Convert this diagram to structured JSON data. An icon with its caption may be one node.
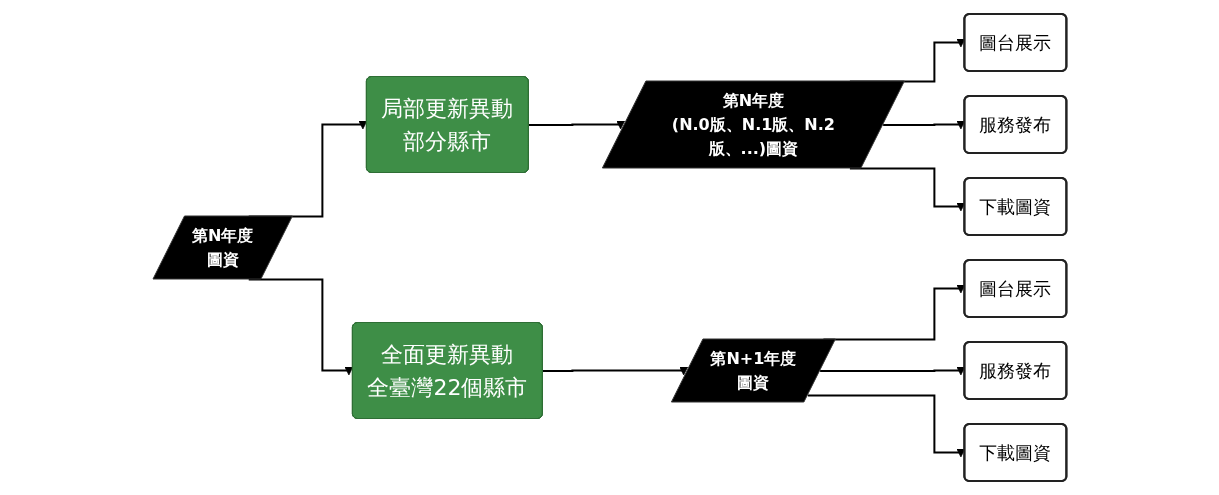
{
  "diagram": {
    "nodes": [
      {
        "text": [
          "第N年度",
          "圖資"
        ]
      },
      {
        "text": [
          "局部更新異動",
          "部分縣市"
        ]
      },
      {
        "text": [
          "第N年度",
          "(N.0版、N.1版、N.2版、...)圖資"
        ]
      },
      {
        "text": [
          "圖台展示"
        ]
      },
      {
        "text": [
          "服務發布"
        ]
      },
      {
        "text": [
          "下載圖資"
        ]
      },
      {
        "text": [
          "全面更新異動",
          "全臺灣22個縣市"
        ]
      },
      {
        "text": [
          "第N+1年度",
          "圖資"
        ]
      },
      {
        "text": [
          "圖台展示"
        ]
      },
      {
        "text": [
          "服務發布"
        ]
      },
      {
        "text": [
          "下載圖資"
        ]
      }
    ],
    "edges": [
      {
        "from": 0,
        "to": 1,
        "arrow": "to"
      },
      {
        "from": 0,
        "to": 6,
        "arrow": "to"
      },
      {
        "from": 1,
        "to": 2,
        "arrow": "to"
      },
      {
        "from": 2,
        "to": 3,
        "arrow": "to"
      },
      {
        "from": 2,
        "to": 4,
        "arrow": "to"
      },
      {
        "from": 2,
        "to": 5,
        "arrow": "to"
      },
      {
        "from": 6,
        "to": 7,
        "arrow": "to"
      },
      {
        "from": 7,
        "to": 8,
        "arrow": "to"
      },
      {
        "from": 7,
        "to": 9,
        "arrow": "to"
      },
      {
        "from": 7,
        "to": 10,
        "arrow": "to"
      }
    ]
  }
}
